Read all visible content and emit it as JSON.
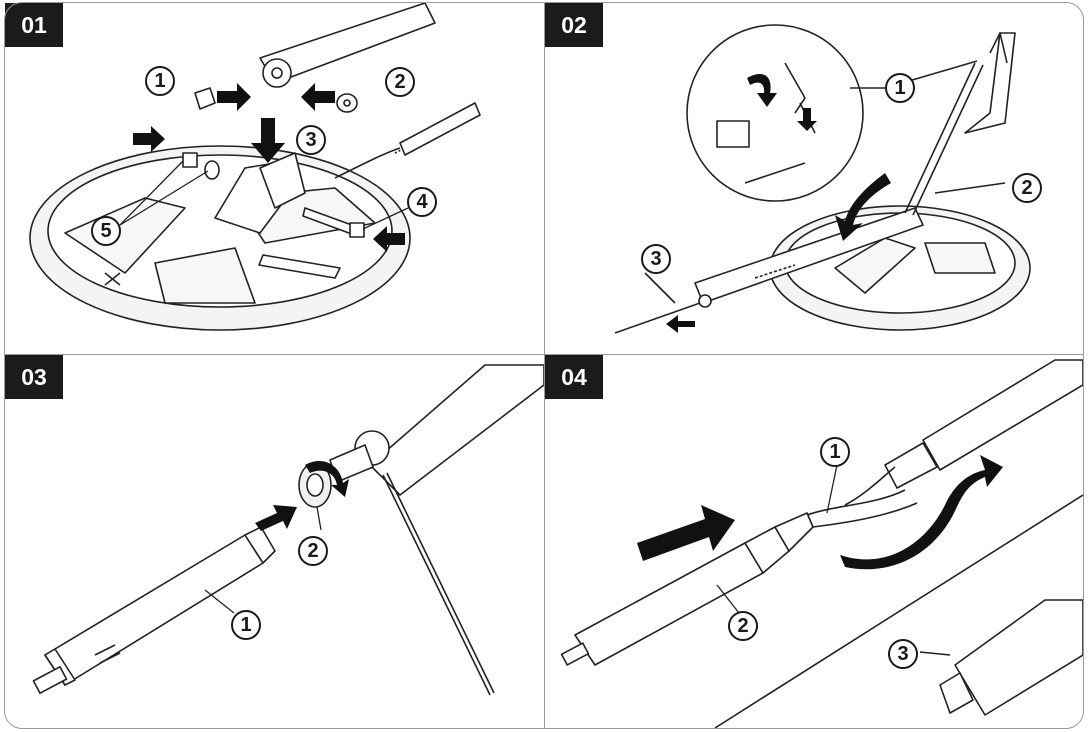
{
  "panels": [
    {
      "step": "01",
      "callouts": [
        "1",
        "2",
        "3",
        "4",
        "5"
      ]
    },
    {
      "step": "02",
      "callouts": [
        "1",
        "2",
        "3"
      ]
    },
    {
      "step": "03",
      "callouts": [
        "1",
        "2"
      ]
    },
    {
      "step": "04",
      "callouts": [
        "1",
        "2",
        "3"
      ]
    }
  ]
}
